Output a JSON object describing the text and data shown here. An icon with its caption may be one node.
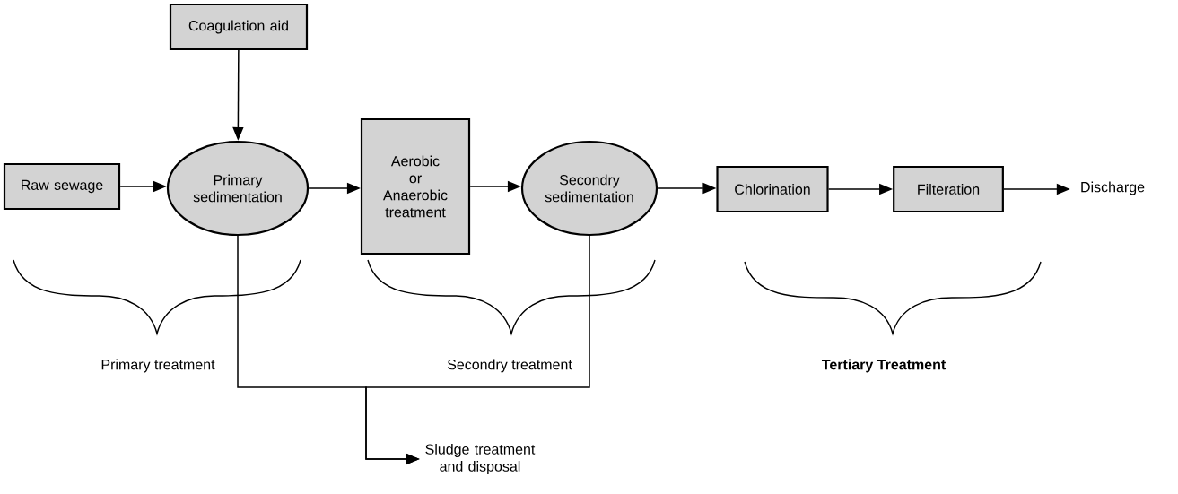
{
  "diagram": {
    "nodes": [
      {
        "text": [
          "Coagulation aid"
        ]
      },
      {
        "text": [
          "Raw sewage"
        ]
      },
      {
        "text": [
          "Primary sedimentation"
        ]
      },
      {
        "text": [
          "Aerobic or Anaerobic treatment"
        ]
      },
      {
        "text": [
          "Secondry sedimentation"
        ]
      },
      {
        "text": [
          "Chlorination"
        ]
      },
      {
        "text": [
          "Filteration"
        ]
      },
      {
        "text": [
          "Discharge"
        ]
      },
      {
        "text": [
          "Sludge treatment and disposal"
        ]
      }
    ],
    "edges": [
      {
        "from": 0,
        "to": 2,
        "arrow": "to"
      },
      {
        "from": 1,
        "to": 2,
        "arrow": "to"
      },
      {
        "from": 2,
        "to": 3,
        "arrow": "to"
      },
      {
        "from": 3,
        "to": 4,
        "arrow": "to"
      },
      {
        "from": 4,
        "to": 5,
        "arrow": "to"
      },
      {
        "from": 5,
        "to": 6,
        "arrow": "to"
      },
      {
        "from": 6,
        "to": 7,
        "arrow": "to"
      },
      {
        "from": 2,
        "to": 8,
        "arrow": "to"
      },
      {
        "from": 4,
        "to": 8,
        "arrow": "to"
      }
    ],
    "labels": [
      "Primary treatment",
      "Secondry treatment",
      "Tertiary Treatment"
    ]
  }
}
